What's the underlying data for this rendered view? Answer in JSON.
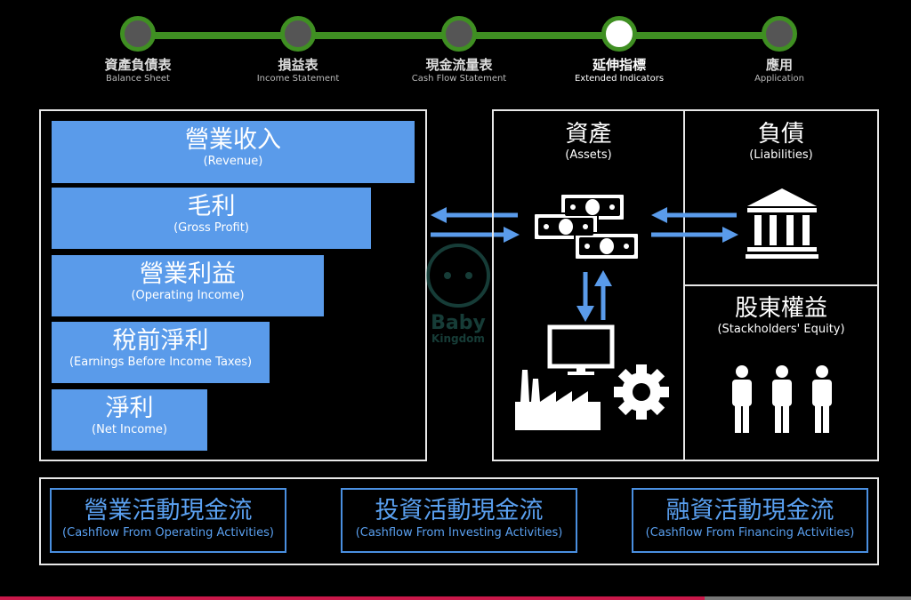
{
  "stepper": [
    {
      "zh": "資產負債表",
      "en": "Balance Sheet",
      "active": false
    },
    {
      "zh": "損益表",
      "en": "Income Statement",
      "active": false
    },
    {
      "zh": "現金流量表",
      "en": "Cash Flow Statement",
      "active": false
    },
    {
      "zh": "延伸指標",
      "en": "Extended Indicators",
      "active": true
    },
    {
      "zh": "應用",
      "en": "Application",
      "active": false
    }
  ],
  "income": [
    {
      "zh": "營業收入",
      "en": "(Revenue)"
    },
    {
      "zh": "毛利",
      "en": "(Gross Profit)"
    },
    {
      "zh": "營業利益",
      "en": "(Operating Income)"
    },
    {
      "zh": "稅前淨利",
      "en": "(Earnings Before Income Taxes)"
    },
    {
      "zh": "淨利",
      "en": "(Net Income)"
    }
  ],
  "balance": {
    "assets": {
      "zh": "資產",
      "en": "(Assets)"
    },
    "liabilities": {
      "zh": "負債",
      "en": "(Liabilities)"
    },
    "equity": {
      "zh": "股東權益",
      "en": "(Stackholders' Equity)"
    }
  },
  "cashflow": [
    {
      "zh": "營業活動現金流",
      "en": "(Cashflow From Operating Activities)"
    },
    {
      "zh": "投資活動現金流",
      "en": "(Cashflow From Investing Activities)"
    },
    {
      "zh": "融資活動現金流",
      "en": "(Cashflow From Financing Activities)"
    }
  ],
  "watermark": {
    "line1": "Baby",
    "line2": "Kingdom"
  },
  "colors": {
    "accent": "#5a9bea",
    "track": "#3f8f22",
    "border": "#e8e8e8"
  }
}
